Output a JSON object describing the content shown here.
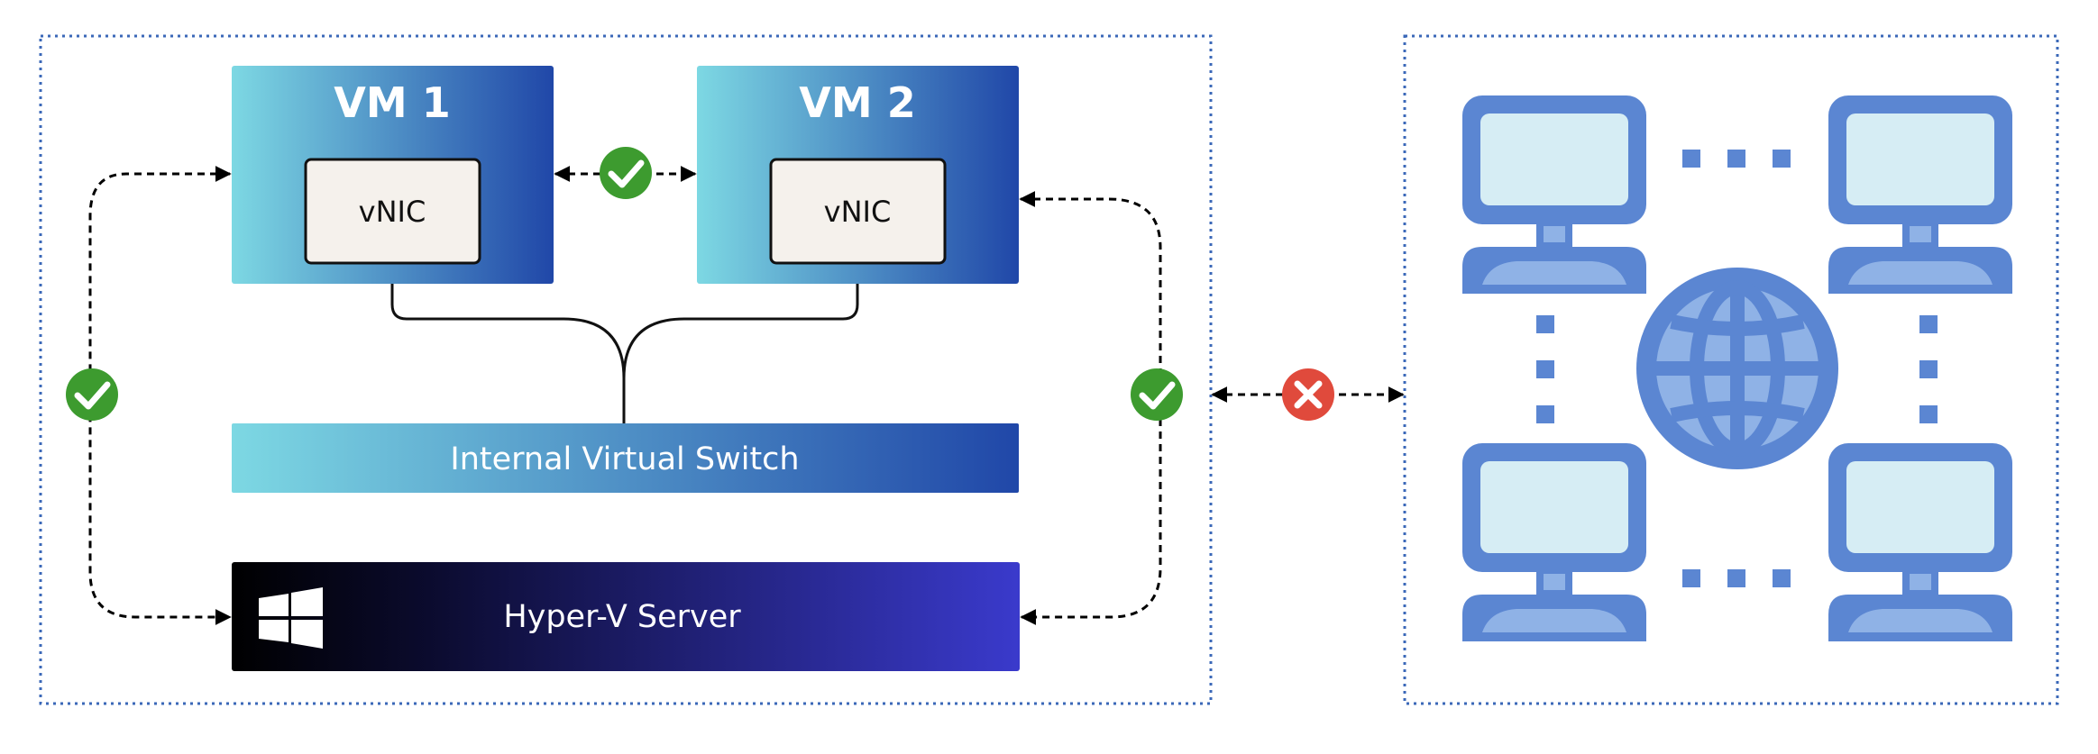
{
  "vm1": {
    "title": "VM 1",
    "nic_label": "vNIC"
  },
  "vm2": {
    "title": "VM 2",
    "nic_label": "vNIC"
  },
  "internal_switch": {
    "label": "Internal Virtual Switch"
  },
  "hyperv_server": {
    "label": "Hyper-V Server",
    "icon": "windows-logo-icon"
  },
  "status_icons": {
    "vm_to_vm": "check-icon",
    "vm1_to_host": "check-icon",
    "vm2_to_host": "check-icon",
    "host_to_external_network": "cross-icon"
  },
  "external_network": {
    "icons": [
      "computer-icon",
      "computer-icon",
      "computer-icon",
      "computer-icon",
      "globe-icon"
    ]
  },
  "colors": {
    "vm_gradient_start": "#7dd8e3",
    "vm_gradient_end": "#2047a8",
    "server_gradient_start": "#000000",
    "server_gradient_end": "#3a3acc",
    "vnic_fill": "#f5f1ec",
    "check": "#3d9b2f",
    "cross": "#e04a3c",
    "network_icon": "#5b86d2",
    "network_screen": "#d6edf4",
    "frame_border": "#3b68b8"
  }
}
